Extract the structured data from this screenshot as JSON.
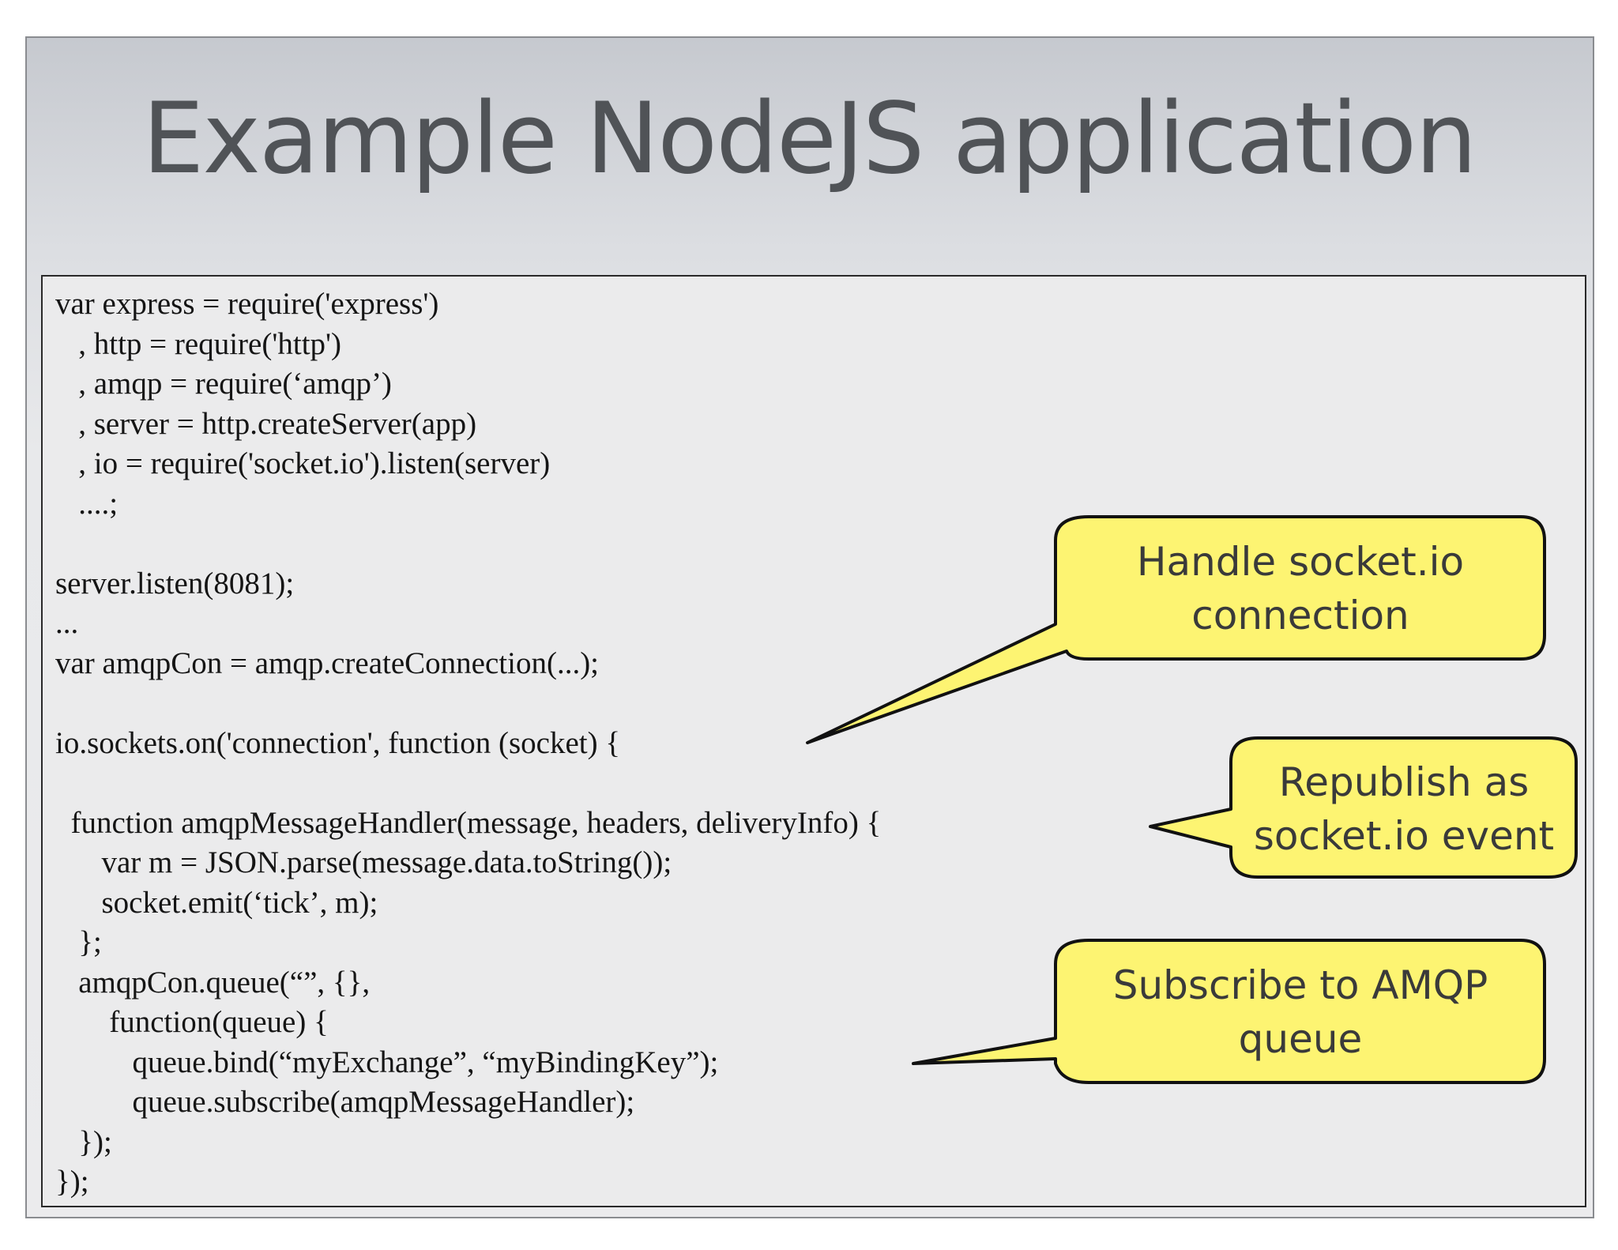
{
  "slide": {
    "title": "Example NodeJS application"
  },
  "code": {
    "lines": [
      "var express = require('express')",
      "   , http = require('http')",
      "   , amqp = require(‘amqp’)",
      "   , server = http.createServer(app)",
      "   , io = require('socket.io').listen(server)",
      "   ....;",
      "",
      "server.listen(8081);",
      "...",
      "var amqpCon = amqp.createConnection(...);",
      "",
      "io.sockets.on('connection', function (socket) {",
      "",
      "  function amqpMessageHandler(message, headers, deliveryInfo) {",
      "      var m = JSON.parse(message.data.toString());",
      "      socket.emit(‘tick’, m);",
      "   };",
      "   amqpCon.queue(“”, {},",
      "       function(queue) {",
      "          queue.bind(“myExchange”, “myBindingKey”);",
      "          queue.subscribe(amqpMessageHandler);",
      "   });",
      "});"
    ]
  },
  "callouts": [
    {
      "lines": [
        "Handle socket.io",
        "connection"
      ]
    },
    {
      "lines": [
        "Republish as",
        "socket.io event"
      ]
    },
    {
      "lines": [
        "Subscribe to AMQP",
        "queue"
      ]
    }
  ],
  "colors": {
    "callout_fill": "#fdf472",
    "callout_stroke": "#111111",
    "title_text": "#505357",
    "code_text": "#151515"
  }
}
